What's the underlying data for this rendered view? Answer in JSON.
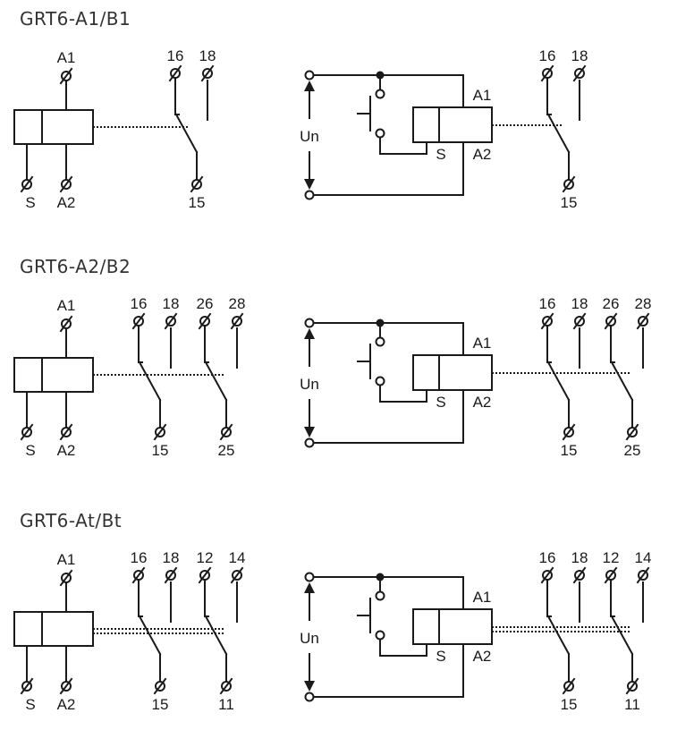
{
  "diagrams": [
    {
      "title": "GRT6-A1/B1",
      "coil_left": {
        "top": "A1",
        "bottom_left": "S",
        "bottom_right": "A2"
      },
      "contacts_left": [
        {
          "nc": "16",
          "no": "18",
          "common": "15"
        }
      ],
      "circuit": {
        "supply": "Un",
        "coil_a1": "A1",
        "coil_s": "S",
        "coil_a2": "A2"
      },
      "contacts_right": [
        {
          "nc": "16",
          "no": "18",
          "common": "15"
        }
      ]
    },
    {
      "title": "GRT6-A2/B2",
      "coil_left": {
        "top": "A1",
        "bottom_left": "S",
        "bottom_right": "A2"
      },
      "contacts_left": [
        {
          "nc": "16",
          "no": "18",
          "common": "15"
        },
        {
          "nc": "26",
          "no": "28",
          "common": "25"
        }
      ],
      "circuit": {
        "supply": "Un",
        "coil_a1": "A1",
        "coil_s": "S",
        "coil_a2": "A2"
      },
      "contacts_right": [
        {
          "nc": "16",
          "no": "18",
          "common": "15"
        },
        {
          "nc": "26",
          "no": "28",
          "common": "25"
        }
      ]
    },
    {
      "title": "GRT6-At/Bt",
      "coil_left": {
        "top": "A1",
        "bottom_left": "S",
        "bottom_right": "A2"
      },
      "contacts_left": [
        {
          "nc": "16",
          "no": "18",
          "common": "15"
        },
        {
          "nc": "12",
          "no": "14",
          "common": "11"
        }
      ],
      "circuit": {
        "supply": "Un",
        "coil_a1": "A1",
        "coil_s": "S",
        "coil_a2": "A2"
      },
      "contacts_right": [
        {
          "nc": "16",
          "no": "18",
          "common": "15"
        },
        {
          "nc": "12",
          "no": "14",
          "common": "11"
        }
      ]
    }
  ]
}
